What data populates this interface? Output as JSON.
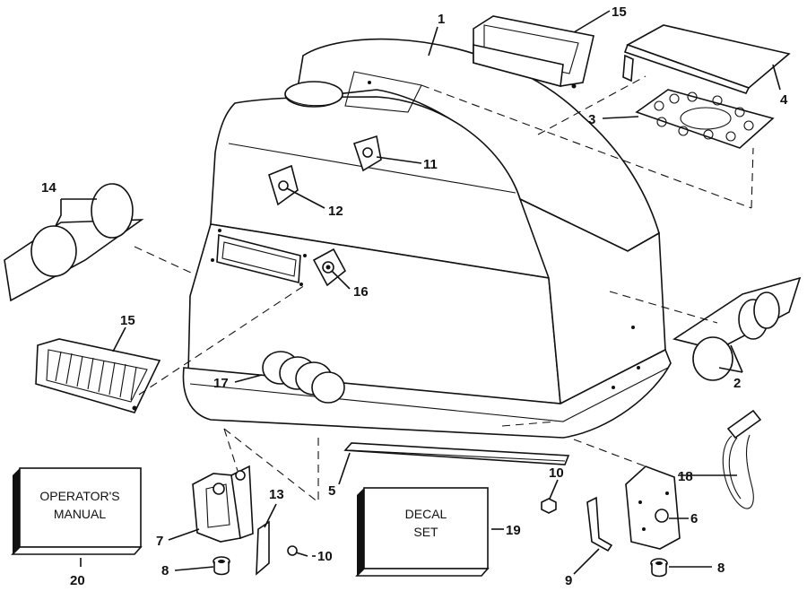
{
  "callouts": [
    "1",
    "2",
    "3",
    "4",
    "5",
    "6",
    "7",
    "8",
    "8",
    "9",
    "10",
    "10",
    "11",
    "12",
    "13",
    "14",
    "15",
    "15",
    "16",
    "17",
    "18",
    "19",
    "20"
  ],
  "boxes": {
    "manual": {
      "line1": "OPERATOR'S",
      "line2": "MANUAL"
    },
    "decal": {
      "line1": "DECAL",
      "line2": "SET"
    }
  }
}
